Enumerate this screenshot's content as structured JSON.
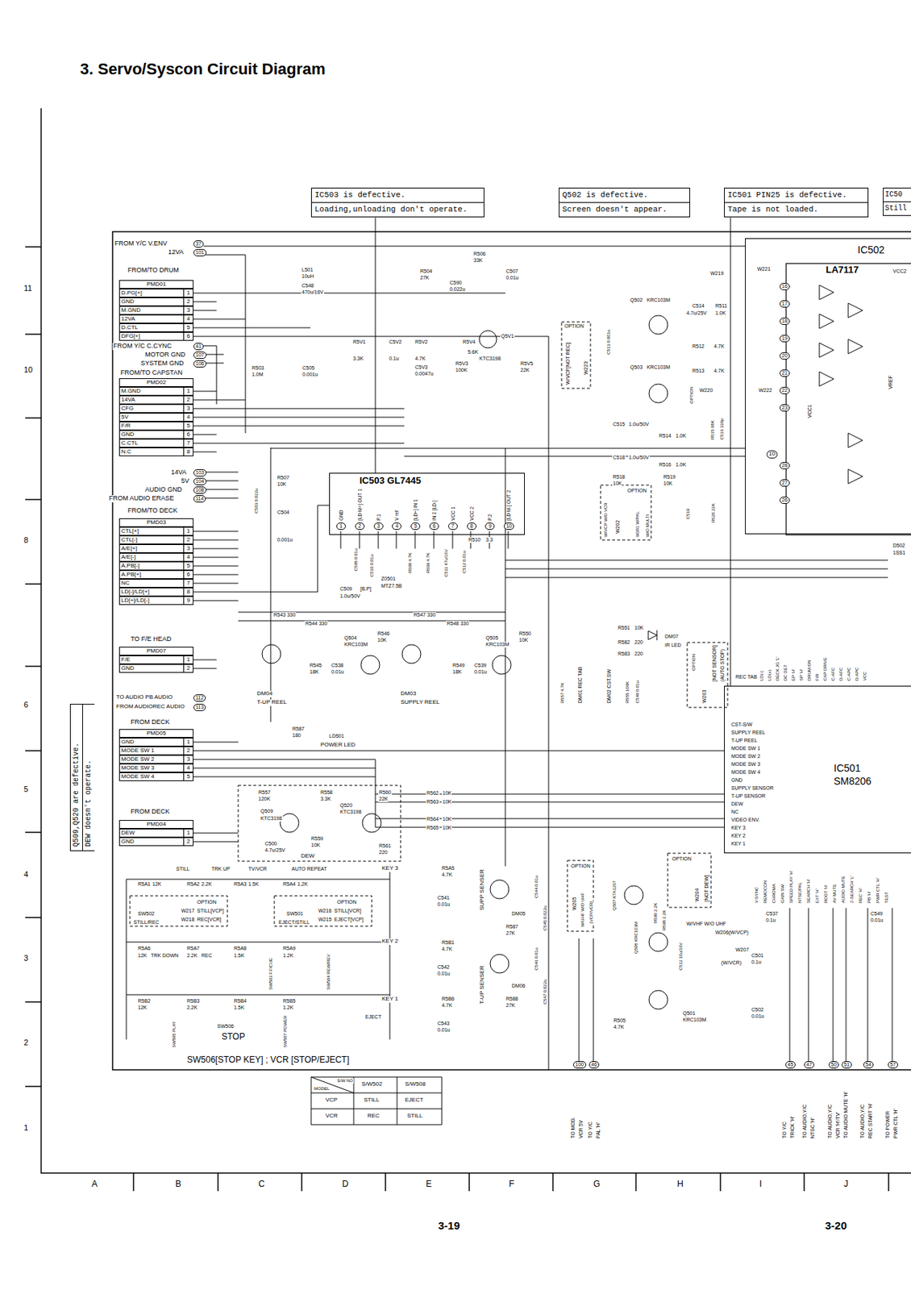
{
  "diagram": {
    "title": "3. Servo/Syscon Circuit Diagram",
    "nodes": [
      {
        "text": [
          "IC503 is defective.",
          "Loading,unloading don't operate."
        ]
      },
      {
        "text": [
          "Q502 is defective.",
          "Screen doesn't appear."
        ]
      },
      {
        "text": [
          "IC501 PIN25 is defective.",
          "Tape is not loaded."
        ]
      },
      {
        "text": [
          "IC50",
          "Still"
        ]
      },
      {
        "text": [
          "Q509,Q520 are defective.",
          "DEW doesn't operate."
        ]
      },
      {
        "text": [
          "IC503 GL7445",
          "GND",
          "[LD M+] OUT 1",
          "P.1",
          "V ref",
          "[LD+] IN 1",
          "IN 2 [LD-]",
          "VCC 1",
          "VCC 2",
          "P.2",
          "[LD M-] OUT 2"
        ]
      },
      {
        "text": [
          "IC502",
          "LA7117"
        ]
      },
      {
        "text": [
          "IC501",
          "SM8206"
        ]
      },
      {
        "text": [
          "PMD01",
          "D.PG[+]",
          "1",
          "GND",
          "2",
          "M.GND",
          "3",
          "12VA",
          "4",
          "D.CTL",
          "5",
          "DFG[+]",
          "6"
        ]
      },
      {
        "text": [
          "PMD02",
          "M.GND",
          "1",
          "14VA",
          "2",
          "CFG",
          "3",
          "5V",
          "4",
          "F/R",
          "5",
          "GND",
          "6",
          "C.CTL",
          "7",
          "N.C",
          "8"
        ]
      },
      {
        "text": [
          "PMD03",
          "CTL[+]",
          "1",
          "CTL[-]",
          "2",
          "A/E[+]",
          "3",
          "A/E[-]",
          "4",
          "A.PB[-]",
          "5",
          "A.PB[+]",
          "6",
          "NC",
          "7",
          "LD[-]/LD[+]",
          "8",
          "LD[+]/LD[-]",
          "9"
        ]
      },
      {
        "text": [
          "PMD07",
          "F/E",
          "1",
          "GND",
          "2"
        ]
      },
      {
        "text": [
          "PMD05",
          "GND",
          "1",
          "MODE SW 1",
          "2",
          "MODE SW 2",
          "3",
          "MODE SW 3",
          "4",
          "MODE SW 4",
          "5"
        ]
      },
      {
        "text": [
          "PMD04",
          "DEW",
          "1",
          "GND",
          "2"
        ]
      }
    ],
    "edges": [
      {
        "from": 0,
        "to": 5,
        "arrow": "none"
      },
      {
        "from": 2,
        "to": 7,
        "arrow": "none"
      },
      {
        "from": 10,
        "to": 5,
        "arrow": "none"
      },
      {
        "from": 12,
        "to": 7,
        "arrow": "none"
      }
    ],
    "labels": [
      "11",
      "10",
      "8",
      "6",
      "5",
      "4",
      "3",
      "2",
      "1",
      "A",
      "B",
      "C",
      "D",
      "E",
      "F",
      "G",
      "H",
      "I",
      "J",
      "3-19",
      "3-20",
      "FROM Y/C V.ENV",
      "37",
      "12VA",
      "101",
      "FROM/TO DRUM",
      "FROM Y/C C.CYNC",
      "41",
      "MOTOR GND",
      "107",
      "SYSTEM GND",
      "106",
      "FROM/TO CAPSTAN",
      "14VA",
      "103",
      "5V",
      "104",
      "AUDIO GND",
      "108",
      "FROM AUDIO ERASE",
      "114",
      "FROM/TO DECK",
      "TO F/E HEAD",
      "TO AUDIO PB AUDIO",
      "112",
      "FROM AUDIOREC AUDIO",
      "113",
      "FROM DECK",
      "FROM DECK",
      "L501",
      "10uH",
      "C548",
      "470u/16V",
      "R504",
      "27K",
      "R506",
      "33K",
      "C590",
      "0.022u",
      "C507",
      "0.01u",
      "R5V1",
      "3.3K",
      "C5V2",
      "0.1u",
      "R5V2",
      "4.7K",
      "R5V4",
      "5.6K",
      "C5V3",
      "0.0047u",
      "R5V3",
      "100K",
      "Q5V1",
      "KTC3198",
      "R5V5",
      "22K",
      "R503",
      "1.0M",
      "C505",
      "0.001u",
      "1",
      "2",
      "3",
      "4",
      "5",
      "6",
      "7",
      "8",
      "9",
      "10",
      "R507",
      "10K",
      "C504",
      "0.001u",
      "C503 0.022u",
      "C508 0.01u",
      "C510 0.01u",
      "Z0501",
      "MTZ7.5B",
      "R508 4.7K",
      "R509 4.7K",
      "C511 47u/16V",
      "C512 0.01u",
      "R510",
      "3.3",
      "C509",
      "[B.P]",
      "1.0u/50V",
      "R543 330",
      "R544 330",
      "DM04",
      "T-UP REEL",
      "R545",
      "18K",
      "C538",
      "0.01u",
      "Q504",
      "KRC103M",
      "R546",
      "10K",
      "R547 330",
      "R548 330",
      "DM03",
      "SUPPLY REEL",
      "R549",
      "18K",
      "C539",
      "0.01u",
      "Q505",
      "KRC103M",
      "R550",
      "10K",
      "R587",
      "180",
      "LD501",
      "POWER LED",
      "R557",
      "120K",
      "Q509",
      "KTC3198",
      "R558",
      "3.3K",
      "Q520",
      "KTC3198",
      "R560",
      "22K",
      "R559",
      "10K",
      "C500",
      "4.7u/25V",
      "DEW",
      "R561",
      "220",
      "R562",
      "10K",
      "R563",
      "10K",
      "R564",
      "10K",
      "R565",
      "10K",
      "STILL",
      "TRK UP",
      "TV/VCR",
      "AUTO REPEAT",
      "KEY 3",
      "R5A1",
      "12K",
      "R5A2",
      "2.2K",
      "R5A3",
      "1.5K",
      "R5A4",
      "1.2K",
      "R5A5",
      "4.7K",
      "OPTION",
      "W217",
      "STILL[VCP]",
      "W218",
      "REC[VCR]",
      "SW502",
      "STILL/REC",
      "OPTION",
      "W216",
      "STILL[VCR]",
      "W215",
      "EJECT[VCP]",
      "SW501",
      "EJECT/STILL",
      "R5A6",
      "R5A7",
      "R5A8",
      "R5A9",
      "12K",
      "TRK DOWN",
      "2.2K",
      "REC",
      "1.5K",
      "1.2K",
      "SW503 F.F/CUE",
      "SW504 REW/REV",
      "KEY 2",
      "R5B1",
      "4.7K",
      "R5B2",
      "12K",
      "R5B3",
      "2.2K",
      "R5B4",
      "1.5K",
      "R5B5",
      "1.2K",
      "KEY 1",
      "EJECT",
      "R5B6",
      "4.7K",
      "SW505 PLAY",
      "SW506",
      "STOP",
      "SW507 POWER",
      "SW506[STOP KEY] ; VCR [STOP/EJECT]",
      "S/W NO",
      "MODEL",
      "S/W502",
      "S/W508",
      "VCP",
      "STILL",
      "EJECT",
      "VCR",
      "REC",
      "STILL",
      "C541",
      "0.01u",
      "C542",
      "0.01u",
      "C543",
      "0.01u",
      "SUPP SENSER",
      "DM05",
      "R587",
      "27K",
      "C544 0.01u",
      "C545 0.022u",
      "T-UP SENSER",
      "DM06",
      "R588",
      "27K",
      "C546 0.01u",
      "C547 0.022u",
      "OPTION",
      "W205",
      "W/UHF W/O UHF",
      "[VCP/VCR]",
      "Q507 KTA1267",
      "R590 2.2K",
      "R598 2.2K",
      "Q508 KRC103M",
      "C512 10u/16V",
      "OPTION",
      "W204",
      "[NOT DEW]",
      "C537",
      "0.1u",
      "C549",
      "0.01u",
      "W/VHF W/O UHF",
      "W206(W/VCP)",
      "W207",
      "(W/VCR)",
      "R505",
      "4.7K",
      "Q501",
      "KRC103M",
      "C501",
      "0.1u",
      "C502",
      "0.01u",
      "R551",
      "10K",
      "R582",
      "220",
      "R583",
      "220",
      "DM07",
      "IR LED",
      "DM01 REC TAB",
      "DM02 CST.SW",
      "R557 4.7K",
      "R555 100K",
      "C540 0.01u",
      "OPTION",
      "W203",
      "[NOT SENSOR]",
      "(AUTO STOP)",
      "OPTION",
      "W223",
      "W/VCP[NOT REC]",
      "C513 0.001u",
      "Q502",
      "KRC103M",
      "Q503",
      "KRC103M",
      "C514",
      "R511",
      "4.7u/25V",
      "1.0K",
      "R512",
      "4.7K",
      "R513",
      "4.7K",
      "W219",
      "W221",
      "W220",
      "W222",
      "OPTION",
      "R515 68K",
      "C516 330p",
      "C515",
      "1.0u/50V",
      "R514",
      "1.0K",
      "C518",
      "1.0u/50V",
      "R516",
      "1.0K",
      "R518",
      "10K",
      "R519",
      "10K",
      "OPTION",
      "W/VCP W/O VCR",
      "W202",
      "W201 W/PAL",
      "W/O MULTI",
      "C519",
      "R520 22K",
      "10",
      "16",
      "17",
      "18",
      "19",
      "20",
      "21",
      "22",
      "23",
      "28",
      "27",
      "26",
      "VCC1",
      "VREF",
      "VCC2",
      "D502",
      "1SS1",
      "REC TAB",
      "CST-S/W",
      "SUPPLY REEL",
      "T-UP REEL",
      "MODE SW 1",
      "MODE SW 2",
      "MODE SW 3",
      "MODE SW 4",
      "GND",
      "SUPPLY SENSOR",
      "T-UP SENSOR",
      "DEW",
      "NC",
      "VIDEO ENV.",
      "KEY 3",
      "KEY 2",
      "KEY 1",
      "LD(-)",
      "LD(+)",
      "DECK JG 'L'",
      "DC DET",
      "EP 'H'",
      "SP 'H'",
      "DRUM ON",
      "F/R",
      "CAP DRIVE",
      "C-AFC",
      "D-AFC",
      "C-APC",
      "D-APC",
      "VCC",
      "V-SYNC",
      "REMOCON",
      "CHROMA",
      "GAIN SW",
      "SPEED PLAY 'H'",
      "NTSC/PAL",
      "SEARCH 'H'",
      "EXT 'H'",
      "ROOT 'H'",
      "AV MUTE",
      "AUDIO MUTE",
      "Z-SEARCH 'L'",
      "REC 'H'",
      "PB 'H'",
      "PWR CTL 'H'",
      "TEST",
      "TO MOD.",
      "VCR 5V",
      "TO Y/C",
      "PAL 'H'",
      "TO Y/C",
      "TRICK 'H'",
      "TO AUDIO,Y/C",
      "NTSC 'H'",
      "TO AUDIO,Y/C",
      "VCR 'H'/TV'",
      "TO AUDIO MUTE 'H'",
      "TO AUDIO,Y/C",
      "REC START 'H'",
      "TO POWER",
      "PWR CTL 'H'",
      "100",
      "46",
      "45",
      "47",
      "50",
      "51",
      "54",
      "57"
    ]
  }
}
